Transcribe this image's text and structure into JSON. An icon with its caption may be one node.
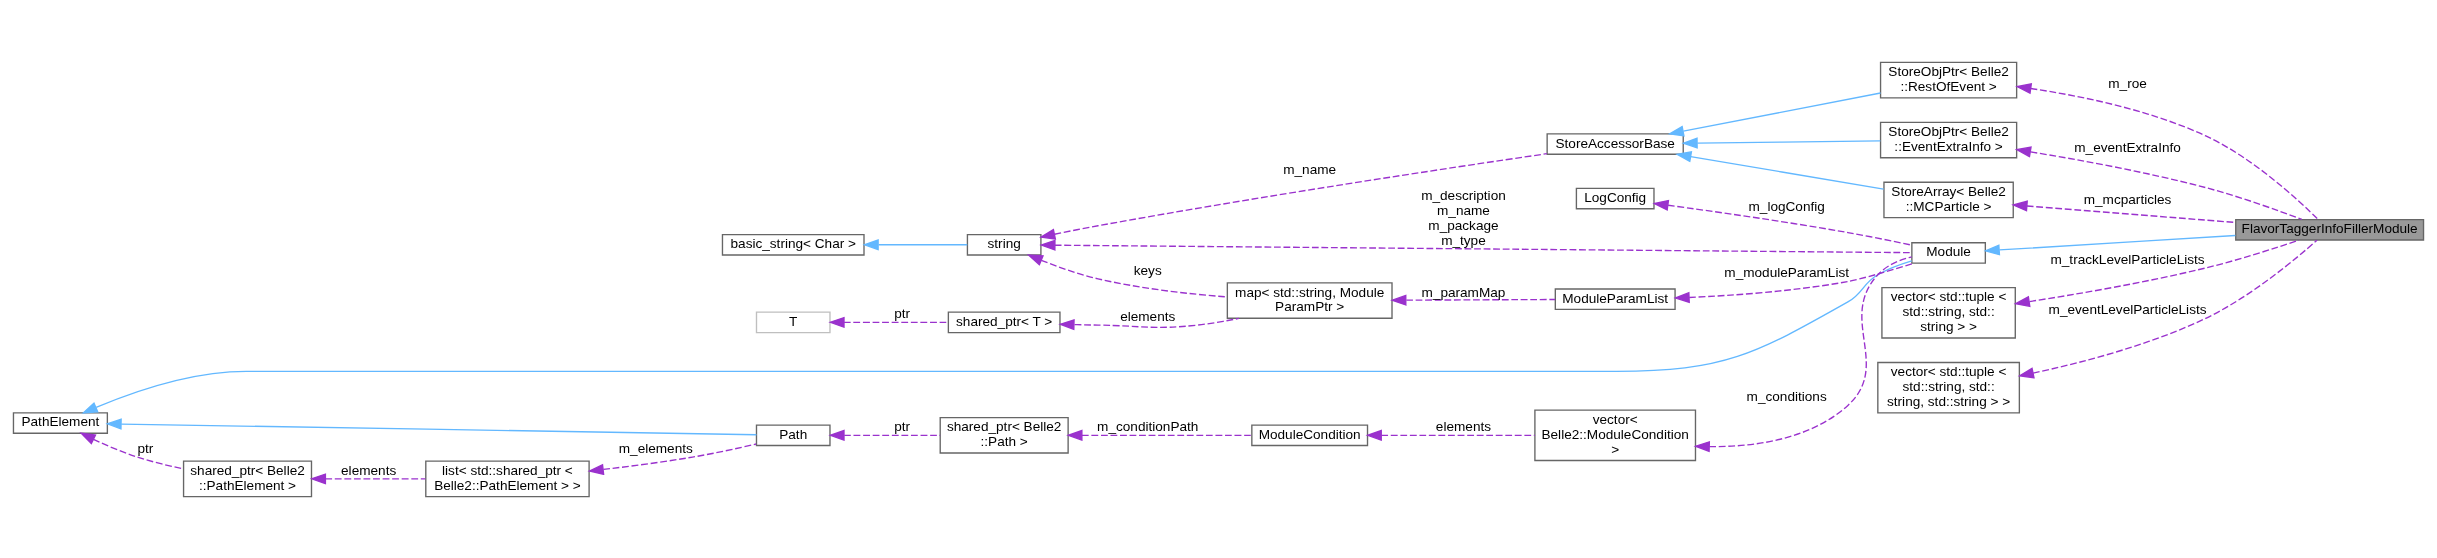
{
  "diagram": {
    "nodes": [
      {
        "text": [
          "PathElement"
        ]
      },
      {
        "text": [
          "shared_ptr< Belle2 ::PathElement >"
        ]
      },
      {
        "text": [
          "list< std::shared_ptr < Belle2::PathElement > >"
        ]
      },
      {
        "text": [
          "Path"
        ]
      },
      {
        "text": [
          "shared_ptr< Belle2 ::Path >"
        ]
      },
      {
        "text": [
          "ModuleCondition"
        ]
      },
      {
        "text": [
          "vector< Belle2::ModuleCondition >"
        ]
      },
      {
        "text": [
          "LogConfig"
        ]
      },
      {
        "text": [
          "Module"
        ]
      },
      {
        "text": [
          "T"
        ]
      },
      {
        "text": [
          "shared_ptr< T >"
        ]
      },
      {
        "text": [
          "basic_string< Char >"
        ]
      },
      {
        "text": [
          "string"
        ]
      },
      {
        "text": [
          "map< std::string, Module ParamPtr >"
        ]
      },
      {
        "text": [
          "ModuleParamList"
        ]
      },
      {
        "text": [
          "StoreAccessorBase"
        ]
      },
      {
        "text": [
          "StoreObjPtr< Belle2 ::EventExtraInfo >"
        ]
      },
      {
        "text": [
          "StoreArray< Belle2 ::MCParticle >"
        ]
      },
      {
        "text": [
          "StoreObjPtr< Belle2 ::RestOfEvent >"
        ]
      },
      {
        "text": [
          "vector< std::tuple < std::string, std:: string > >"
        ]
      },
      {
        "text": [
          "vector< std::tuple < std::string, std:: string, std::string > >"
        ]
      },
      {
        "text": [
          "FlavorTaggerInfoFillerModule"
        ]
      }
    ],
    "edges": [
      {
        "from": 3,
        "to": 0,
        "arrow": "to",
        "color": "#63b8ff"
      },
      {
        "from": 8,
        "to": 0,
        "arrow": "to",
        "color": "#63b8ff"
      },
      {
        "from": 1,
        "to": 0,
        "arrow": "to",
        "label": "ptr",
        "style": "dashed"
      },
      {
        "from": 2,
        "to": 1,
        "arrow": "to",
        "label": "elements",
        "style": "dashed"
      },
      {
        "from": 3,
        "to": 2,
        "arrow": "to",
        "label": "m_elements",
        "style": "dashed"
      },
      {
        "from": 4,
        "to": 3,
        "arrow": "to",
        "label": "ptr",
        "style": "dashed"
      },
      {
        "from": 5,
        "to": 4,
        "arrow": "to",
        "label": "m_conditionPath",
        "style": "dashed"
      },
      {
        "from": 6,
        "to": 5,
        "arrow": "to",
        "label": "elements",
        "style": "dashed"
      },
      {
        "from": 8,
        "to": 6,
        "arrow": "to",
        "label": "m_conditions",
        "style": "dashed"
      },
      {
        "from": 8,
        "to": 7,
        "arrow": "to",
        "label": "m_logConfig",
        "style": "dashed"
      },
      {
        "from": 21,
        "to": 8,
        "arrow": "to",
        "color": "#63b8ff"
      },
      {
        "from": 10,
        "to": 9,
        "arrow": "to",
        "label": "ptr",
        "style": "dashed"
      },
      {
        "from": 13,
        "to": 10,
        "arrow": "to",
        "label": "elements",
        "style": "dashed"
      },
      {
        "from": 12,
        "to": 11,
        "arrow": "to",
        "color": "#63b8ff"
      },
      {
        "from": 8,
        "to": 12,
        "arrow": "to",
        "label": "m_description m_name m_package m_type",
        "style": "dashed"
      },
      {
        "from": 13,
        "to": 12,
        "arrow": "to",
        "label": "keys",
        "style": "dashed"
      },
      {
        "from": 15,
        "to": 12,
        "arrow": "to",
        "label": "m_name",
        "style": "dashed"
      },
      {
        "from": 14,
        "to": 13,
        "arrow": "to",
        "label": "m_paramMap",
        "style": "dashed"
      },
      {
        "from": 8,
        "to": 14,
        "arrow": "to",
        "label": "m_moduleParamList",
        "style": "dashed"
      },
      {
        "from": 16,
        "to": 15,
        "arrow": "to",
        "color": "#63b8ff"
      },
      {
        "from": 17,
        "to": 15,
        "arrow": "to",
        "color": "#63b8ff"
      },
      {
        "from": 18,
        "to": 15,
        "arrow": "to",
        "color": "#63b8ff"
      },
      {
        "from": 21,
        "to": 16,
        "arrow": "to",
        "label": "m_eventExtraInfo",
        "style": "dashed"
      },
      {
        "from": 21,
        "to": 17,
        "arrow": "to",
        "label": "m_mcparticles",
        "style": "dashed"
      },
      {
        "from": 21,
        "to": 18,
        "arrow": "to",
        "label": "m_roe",
        "style": "dashed"
      },
      {
        "from": 21,
        "to": 19,
        "arrow": "to",
        "label": "m_trackLevelParticleLists",
        "style": "dashed"
      },
      {
        "from": 21,
        "to": 20,
        "arrow": "to",
        "label": "m_eventLevelParticleLists",
        "style": "dashed"
      }
    ]
  }
}
